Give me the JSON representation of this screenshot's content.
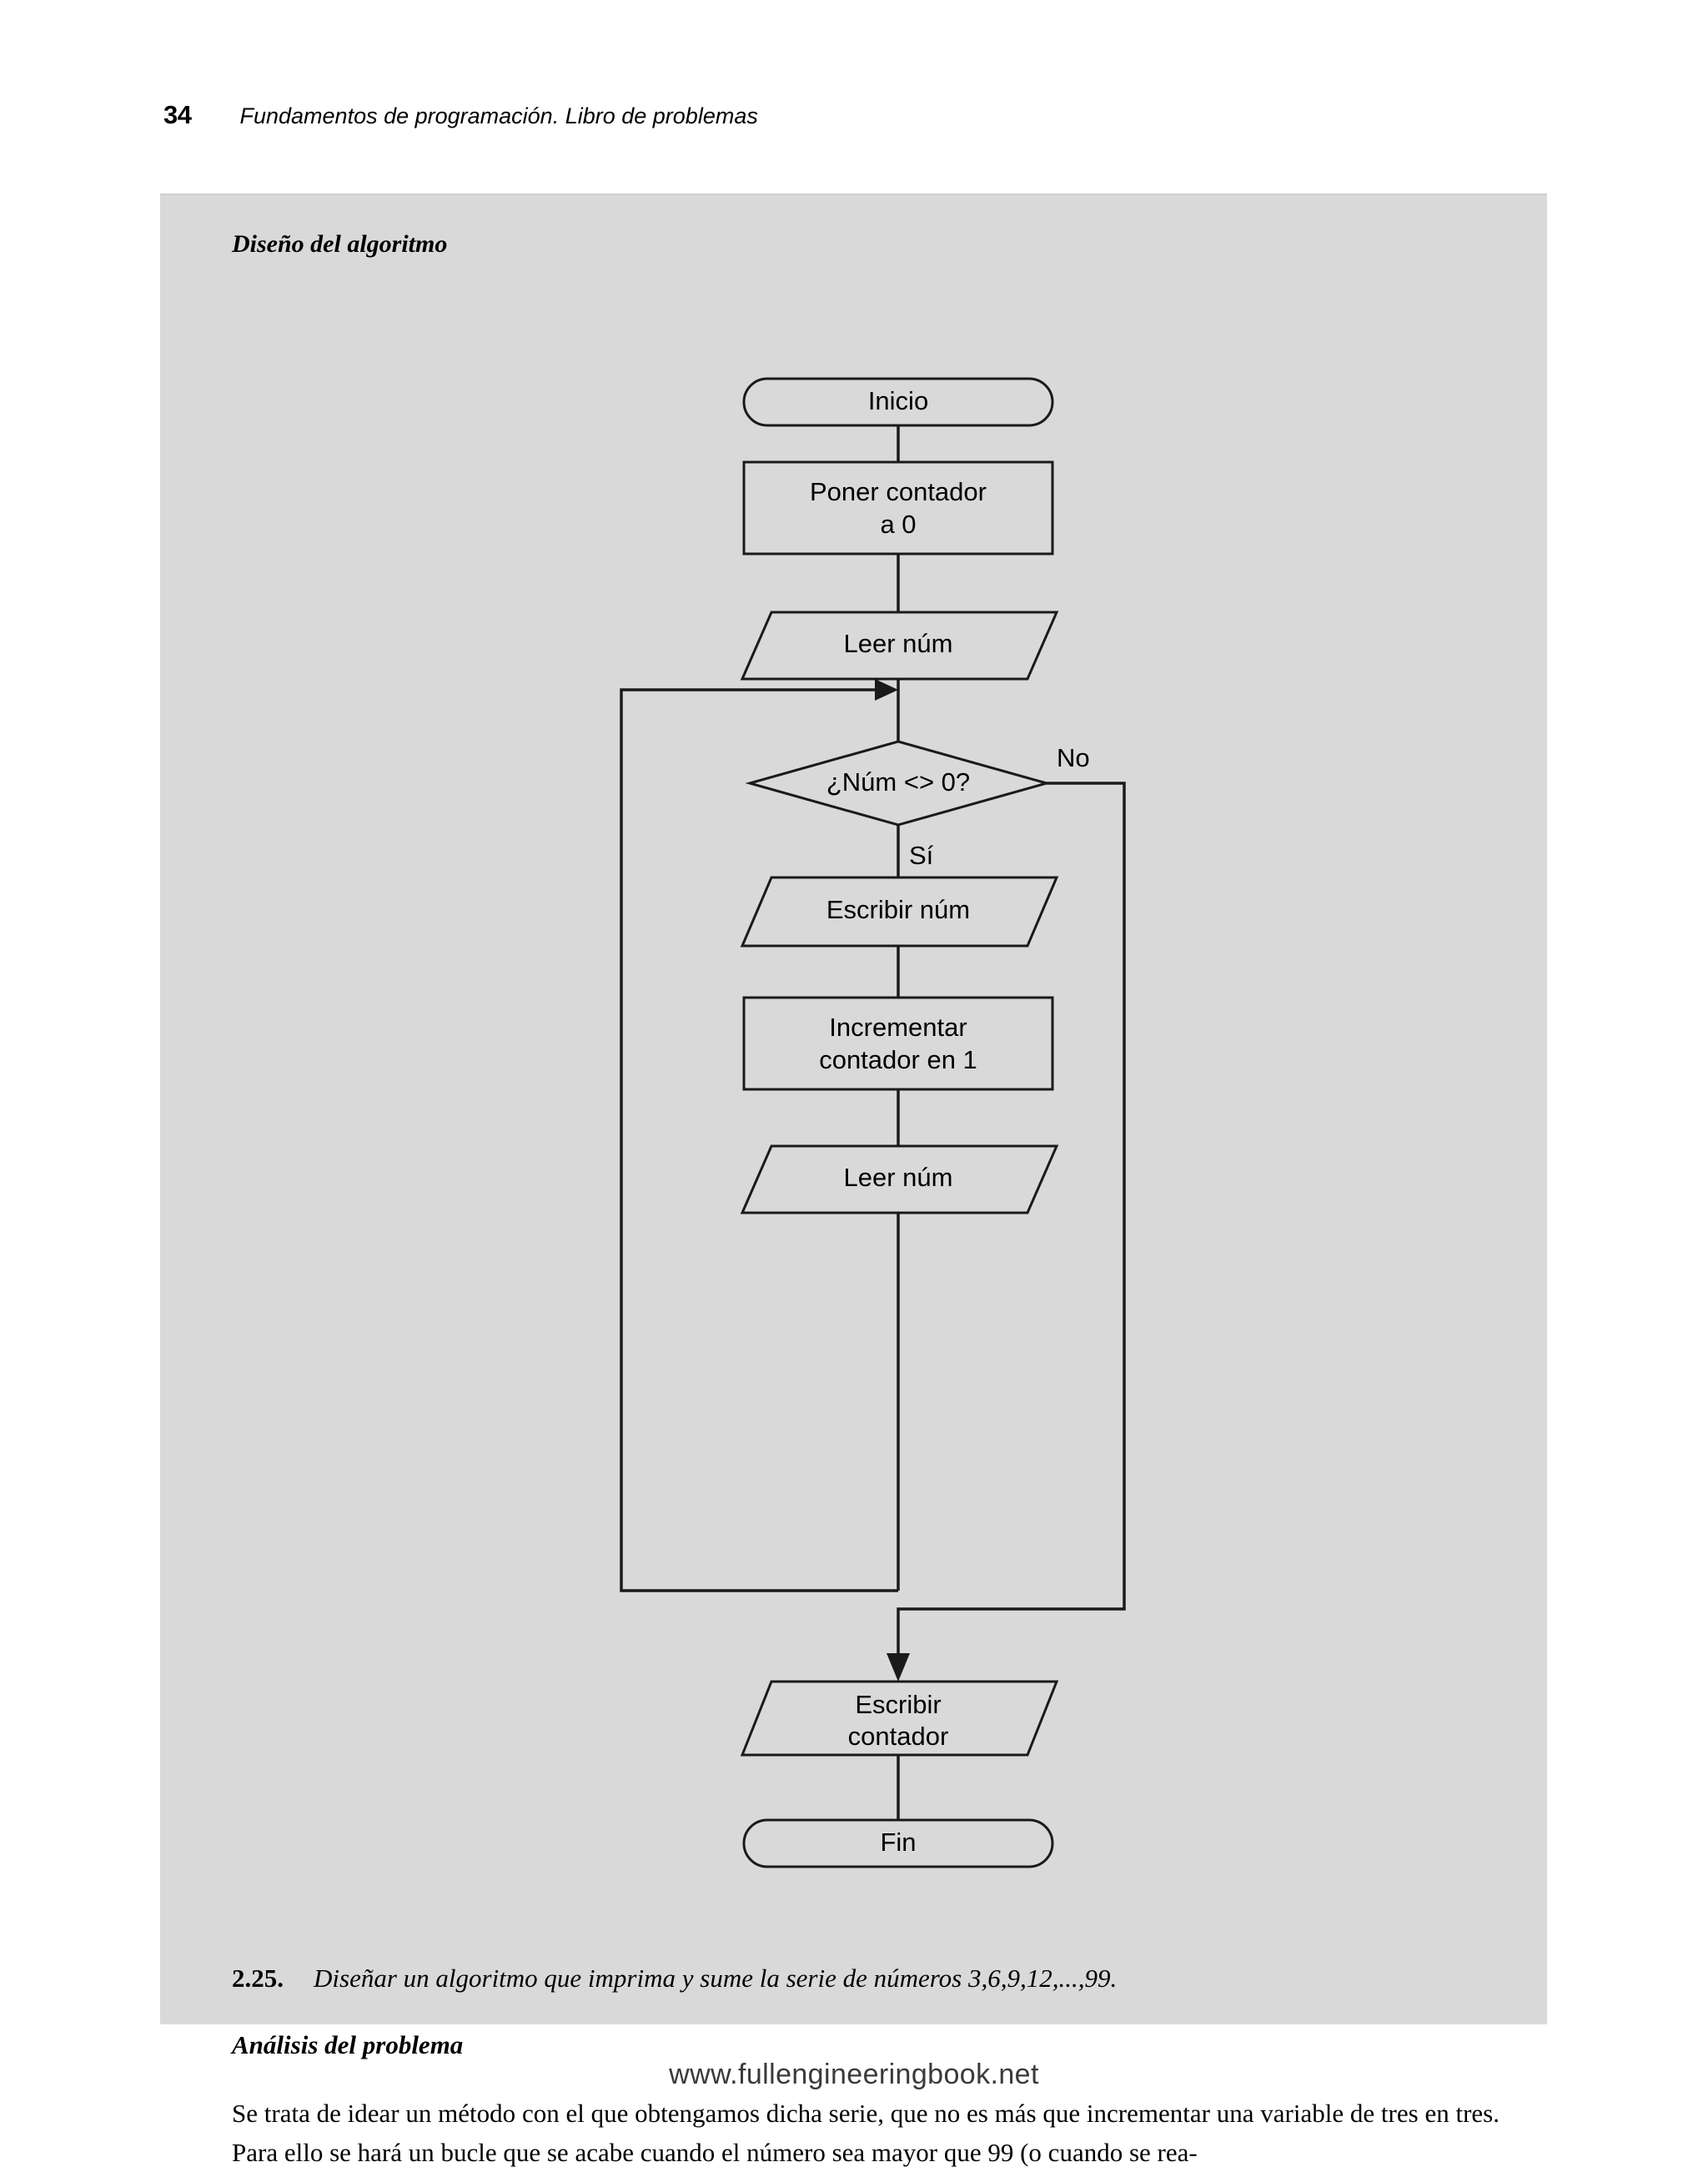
{
  "page": {
    "number": "34",
    "running_title": "Fundamentos de programación. Libro de problemas",
    "footer": "www.fullengineeringbook.net",
    "panel_color": "#d9d9d9",
    "ink_color": "#1a1a1a"
  },
  "section": {
    "heading": "Diseño del algoritmo"
  },
  "flowchart": {
    "nodes": {
      "start": {
        "label": "Inicio",
        "shape": "terminal"
      },
      "init": {
        "line1": "Poner contador",
        "line2": "a 0",
        "shape": "process"
      },
      "read1": {
        "label": "Leer núm",
        "shape": "io"
      },
      "decision": {
        "label": "¿Núm <> 0?",
        "shape": "decision"
      },
      "write_num": {
        "label": "Escribir núm",
        "shape": "io"
      },
      "increment": {
        "line1": "Incrementar",
        "line2": "contador en 1",
        "shape": "process"
      },
      "read2": {
        "label": "Leer núm",
        "shape": "io"
      },
      "write_counter": {
        "line1": "Escribir",
        "line2": "contador",
        "shape": "io"
      },
      "end": {
        "label": "Fin",
        "shape": "terminal"
      }
    },
    "branch_labels": {
      "yes": "Sí",
      "no": "No"
    }
  },
  "prose": {
    "exercise_number": "2.25.",
    "exercise_text": "Diseñar un algoritmo que imprima y sume la serie de números 3,6,9,12,...,99.",
    "analysis_heading": "Análisis del problema",
    "analysis_paragraph": "Se trata de idear un método con el que obtengamos dicha serie, que no es más que incrementar una variable de tres en tres. Para ello se hará un bucle que se acabe cuando el número sea mayor que 99 (o cuando se rea-"
  }
}
